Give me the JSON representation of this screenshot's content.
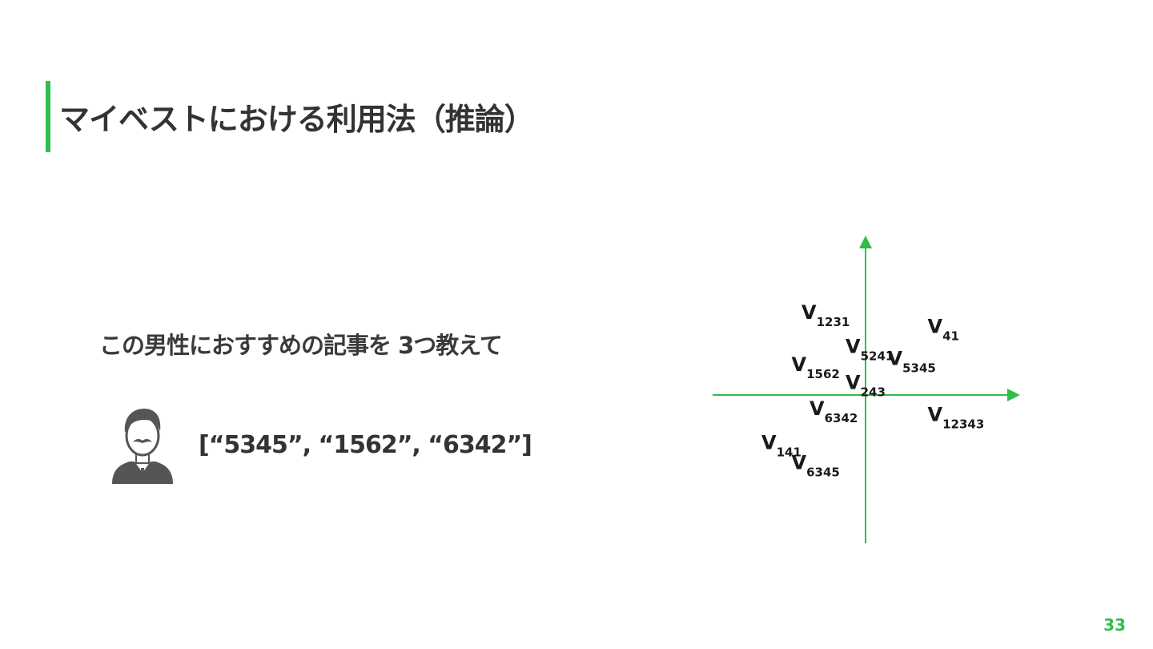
{
  "slide": {
    "title": "マイベストにおける利用法（推論）",
    "question": "この男性におすすめの記事を 3つ教えて",
    "answer": "[“5345”, “1562”, “6342”]",
    "page_number": "33"
  },
  "colors": {
    "accent": "#2fbe4c",
    "text": "#333333",
    "icon": "#555555"
  },
  "icons": {
    "user": "man-with-mustache-icon"
  },
  "vector_space": {
    "axis_color": "#2fbe4c",
    "vectors": [
      {
        "label": "V",
        "sub": "1231",
        "x": -3.2,
        "y": 3.8
      },
      {
        "label": "V",
        "sub": "41",
        "x": 3.1,
        "y": 3.1
      },
      {
        "label": "V",
        "sub": "5241",
        "x": -1.0,
        "y": 2.1
      },
      {
        "label": "V",
        "sub": "5345",
        "x": 1.1,
        "y": 1.5
      },
      {
        "label": "V",
        "sub": "1562",
        "x": -3.7,
        "y": 1.2
      },
      {
        "label": "V",
        "sub": "243",
        "x": -1.0,
        "y": 0.3
      },
      {
        "label": "V",
        "sub": "6342",
        "x": -2.8,
        "y": -1.0
      },
      {
        "label": "V",
        "sub": "12343",
        "x": 3.1,
        "y": -1.3
      },
      {
        "label": "V",
        "sub": "141",
        "x": -5.2,
        "y": -2.7
      },
      {
        "label": "V",
        "sub": "6345",
        "x": -3.7,
        "y": -3.7
      }
    ]
  }
}
